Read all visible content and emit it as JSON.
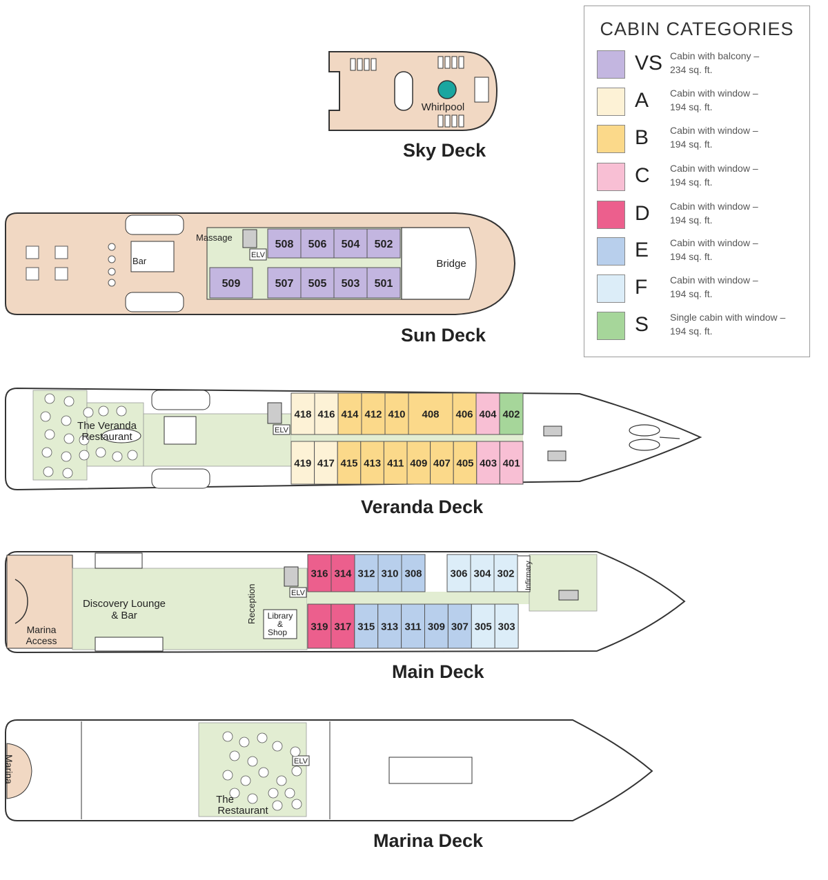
{
  "legend": {
    "title": "CABIN CATEGORIES",
    "items": [
      {
        "code": "VS",
        "color": "#c3b6e0",
        "line1": "Cabin with balcony –",
        "line2": "234 sq. ft."
      },
      {
        "code": "A",
        "color": "#fdf2d6",
        "line1": "Cabin with window –",
        "line2": "194 sq. ft."
      },
      {
        "code": "B",
        "color": "#fbd98a",
        "line1": "Cabin with window –",
        "line2": "194 sq. ft."
      },
      {
        "code": "C",
        "color": "#f8bfd4",
        "line1": "Cabin with window –",
        "line2": "194 sq. ft."
      },
      {
        "code": "D",
        "color": "#ec5f8d",
        "line1": "Cabin with window –",
        "line2": "194 sq. ft."
      },
      {
        "code": "E",
        "color": "#b8cfec",
        "line1": "Cabin with window –",
        "line2": "194 sq. ft."
      },
      {
        "code": "F",
        "color": "#dcedf8",
        "line1": "Cabin with window –",
        "line2": "194 sq. ft."
      },
      {
        "code": "S",
        "color": "#a6d69a",
        "line1": "Single cabin with window –",
        "line2": "194 sq. ft."
      }
    ]
  },
  "colors": {
    "tan": "#f1d8c3",
    "public_green": "#e2edd2",
    "hull_stroke": "#333333",
    "whirlpool": "#1aa6a0"
  },
  "sky_deck": {
    "title": "Sky Deck",
    "whirlpool": "Whirlpool"
  },
  "sun_deck": {
    "title": "Sun Deck",
    "massage": "Massage",
    "bar": "Bar",
    "elv": "ELV",
    "bridge": "Bridge",
    "cabins_top": [
      "508",
      "506",
      "504",
      "502"
    ],
    "cabins_bottom": [
      "509",
      "507",
      "505",
      "503",
      "501"
    ]
  },
  "veranda_deck": {
    "title": "Veranda Deck",
    "restaurant_line1": "The Veranda",
    "restaurant_line2": "Restaurant",
    "elv": "ELV",
    "cabins_top": [
      "418",
      "416",
      "414",
      "412",
      "410",
      "408",
      "406",
      "404",
      "402"
    ],
    "cabins_bottom": [
      "419",
      "417",
      "415",
      "413",
      "411",
      "409",
      "407",
      "405",
      "403",
      "401"
    ]
  },
  "main_deck": {
    "title": "Main Deck",
    "lounge_line1": "Discovery Lounge",
    "lounge_line2": "& Bar",
    "marina_access_line1": "Marina",
    "marina_access_line2": "Access",
    "reception": "Reception",
    "library_line1": "Library",
    "library_line2": "&",
    "library_line3": "Shop",
    "elv": "ELV",
    "infirmary": "Infirmary",
    "cabins_top": [
      "316",
      "314",
      "312",
      "310",
      "308",
      "306",
      "304",
      "302"
    ],
    "cabins_bottom": [
      "319",
      "317",
      "315",
      "313",
      "311",
      "309",
      "307",
      "305",
      "303"
    ]
  },
  "marina_deck": {
    "title": "Marina Deck",
    "marina": "Marina",
    "elv": "ELV",
    "restaurant_line1": "The",
    "restaurant_line2": "Restaurant"
  }
}
